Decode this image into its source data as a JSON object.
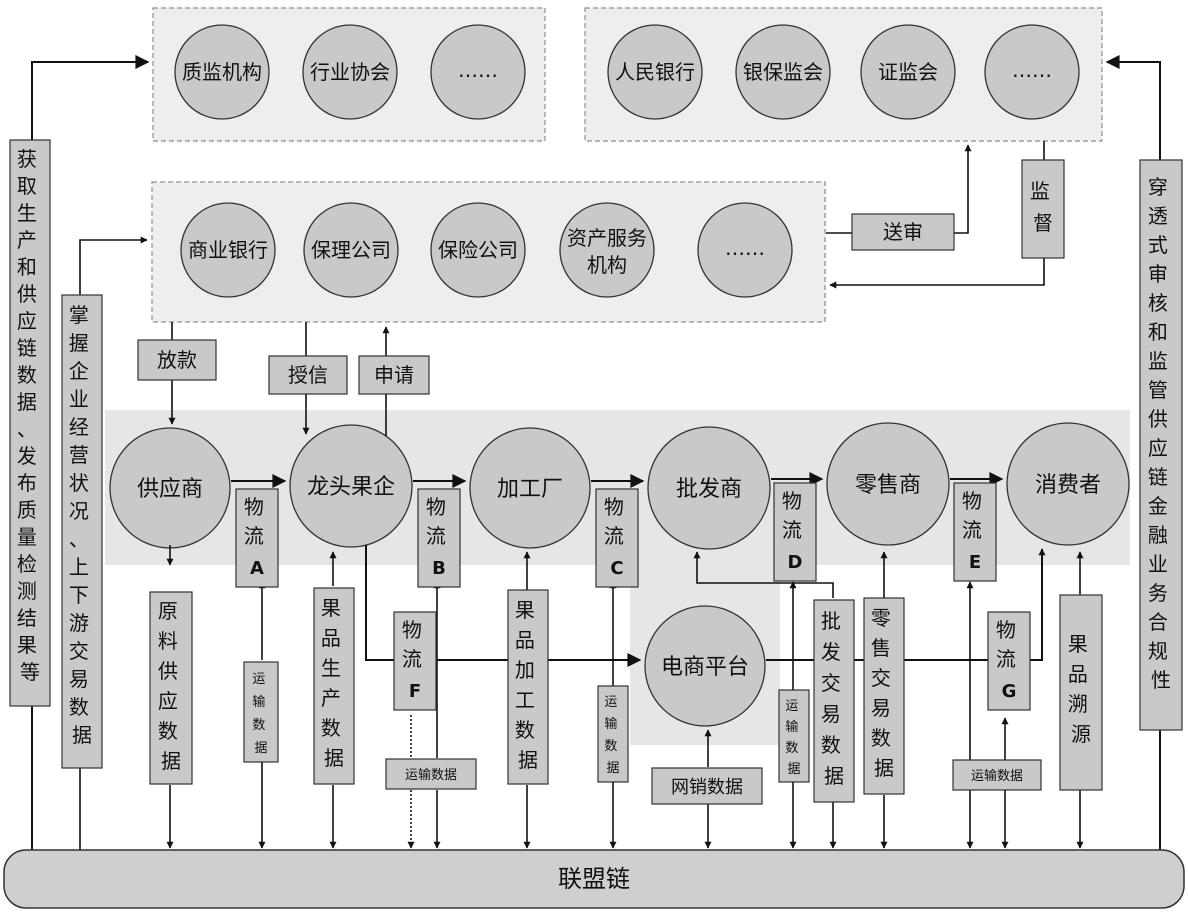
{
  "groups": {
    "regulators": {
      "items": [
        "质监机构",
        "行业协会",
        "……"
      ]
    },
    "financial_regulators": {
      "items": [
        "人民银行",
        "银保监会",
        "证监会",
        "……"
      ]
    },
    "financial_institutions": {
      "items": [
        "商业银行",
        "保理公司",
        "保险公司",
        "资产服务",
        "机构",
        "……"
      ]
    }
  },
  "chain_nodes": {
    "supplier": "供应商",
    "leading_enterprise": "龙头果企",
    "processing_plant": "加工厂",
    "wholesaler": "批发商",
    "retailer": "零售商",
    "consumer": "消费者",
    "ecommerce": "电商平台"
  },
  "flow_labels": {
    "submit_review": "送审",
    "supervise": [
      "监",
      "督"
    ],
    "loan": "放款",
    "credit": "授信",
    "apply": "申请"
  },
  "logistics": {
    "wu": "物",
    "liu": "流",
    "letters": [
      "A",
      "B",
      "C",
      "D",
      "E",
      "F",
      "G"
    ]
  },
  "data_labels": {
    "raw_material": [
      "原",
      "料",
      "供",
      "应",
      "数",
      "据"
    ],
    "fruit_production": [
      "果",
      "品",
      "生",
      "产",
      "数",
      "据"
    ],
    "fruit_processing": [
      "果",
      "品",
      "加",
      "工",
      "数",
      "据"
    ],
    "wholesale_trade": [
      "批",
      "发",
      "交",
      "易",
      "数",
      "据"
    ],
    "retail_trade": [
      "零",
      "售",
      "交",
      "易",
      "数",
      "据"
    ],
    "traceability": [
      "果",
      "品",
      "溯",
      "源"
    ],
    "transport_v": [
      "运",
      "输",
      "数",
      "据"
    ],
    "transport_h": "运输数据",
    "online_sales": "网销数据"
  },
  "side_labels": {
    "left_outer": [
      "获",
      "取",
      "生",
      "产",
      "和",
      "供",
      "应",
      "链",
      "数",
      "据",
      "、",
      "发",
      "布",
      "质",
      "量",
      "检",
      "测",
      "结",
      "果",
      "等"
    ],
    "left_inner": [
      "掌",
      "握",
      "企",
      "业",
      "经",
      "营",
      "状",
      "况",
      "、",
      "上",
      "下",
      "游",
      "交",
      "易",
      "数",
      "据"
    ],
    "right": [
      "穿",
      "透",
      "式",
      "审",
      "核",
      "和",
      "监",
      "管",
      "供",
      "应",
      "链",
      "金",
      "融",
      "业",
      "务",
      "合",
      "规",
      "性"
    ]
  },
  "blockchain": "联盟链"
}
